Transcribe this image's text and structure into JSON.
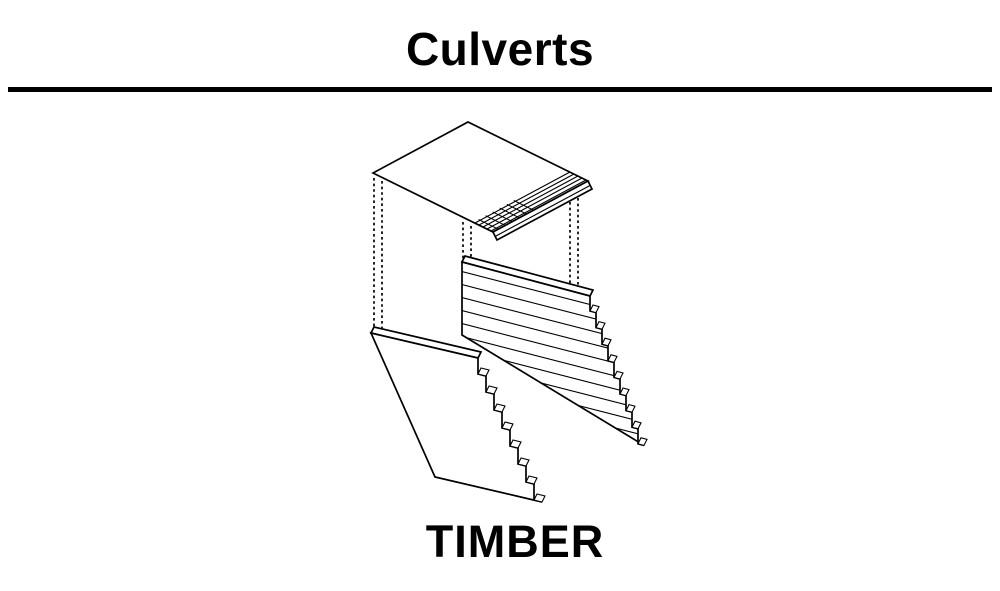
{
  "page": {
    "background_color": "#ffffff",
    "ink_color": "#000000"
  },
  "header": {
    "title": "Culverts"
  },
  "figure": {
    "caption": "TIMBER",
    "parts": {
      "top_slab": "culvert-top-slab",
      "planked_wall": "timber-plank-headwall",
      "plain_wall": "timber-wing-wall",
      "projection_lines": "dotted-assembly-guides"
    }
  }
}
